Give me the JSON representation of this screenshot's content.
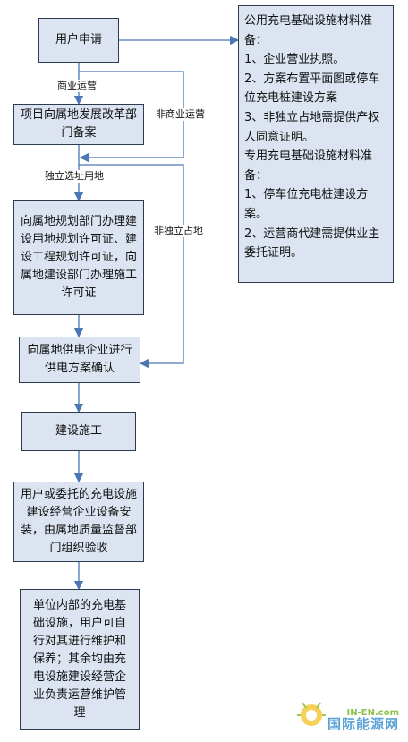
{
  "boxes": {
    "apply": "用户申请",
    "record": "项目向属地发展改革部门备案",
    "permit": "向属地规划部门办理建设用地规划许可证、建设工程规划许可证，向属地建设部门办理施工许可证",
    "power": "向属地供电企业进行供电方案确认",
    "build": "建设施工",
    "accept": "用户或委托的充电设施建设经营企业设备安装，由属地质量监督部门组织验收",
    "maintain": "单位内部的充电基础设施，用户可自行对其进行维护和保养；其余均由充电设施建设经营企业负责运营维护管理"
  },
  "materials": {
    "public_title": "公用充电基础设施材料准备：",
    "public_items": [
      "1、企业营业执照。",
      "2、方案布置平面图或停车位充电桩建设方案",
      "3、非独立占地需提供产权人同意证明。"
    ],
    "private_title": "专用充电基础设施材料准备：",
    "private_items": [
      "1、停车位充电桩建设方案。",
      "2、运营商代建需提供业主委托证明。"
    ]
  },
  "edge_labels": {
    "commercial": "商业运营",
    "non_commercial": "非商业运营",
    "independent_site": "独立选址用地",
    "non_independent": "非独立占地"
  },
  "watermark": {
    "site": "IN-EN.com",
    "name": "国际能源网"
  },
  "colors": {
    "box_fill": "#dbe4f0",
    "box_border": "#2d3a4f",
    "arrow": "#4a78b5"
  }
}
